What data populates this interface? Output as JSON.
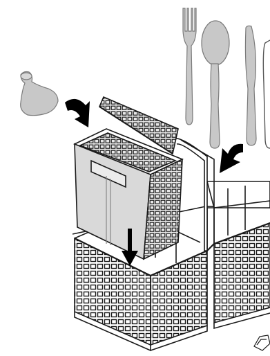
{
  "figure": {
    "items": [
      {
        "name": "fork",
        "color": "#c8c8c8"
      },
      {
        "name": "spoon",
        "color": "#c8c8c8"
      },
      {
        "name": "knife",
        "color": "#c8c8c8"
      },
      {
        "name": "knife-partial",
        "color": "#ffffff"
      },
      {
        "name": "baby-bottle-teat",
        "color": "#c8c8c8"
      },
      {
        "name": "small-cutlery-basket",
        "color": "#d9d9d9"
      },
      {
        "name": "cutlery-basket",
        "color": "#ffffff"
      }
    ],
    "arrows": [
      {
        "name": "arrow-teat-into-basket",
        "color": "#000000"
      },
      {
        "name": "arrow-basket-down",
        "color": "#000000"
      },
      {
        "name": "arrow-cutlery-in",
        "color": "#000000"
      }
    ],
    "line_color": "#1a1a1a",
    "fill_grey": "#c8c8c8"
  }
}
